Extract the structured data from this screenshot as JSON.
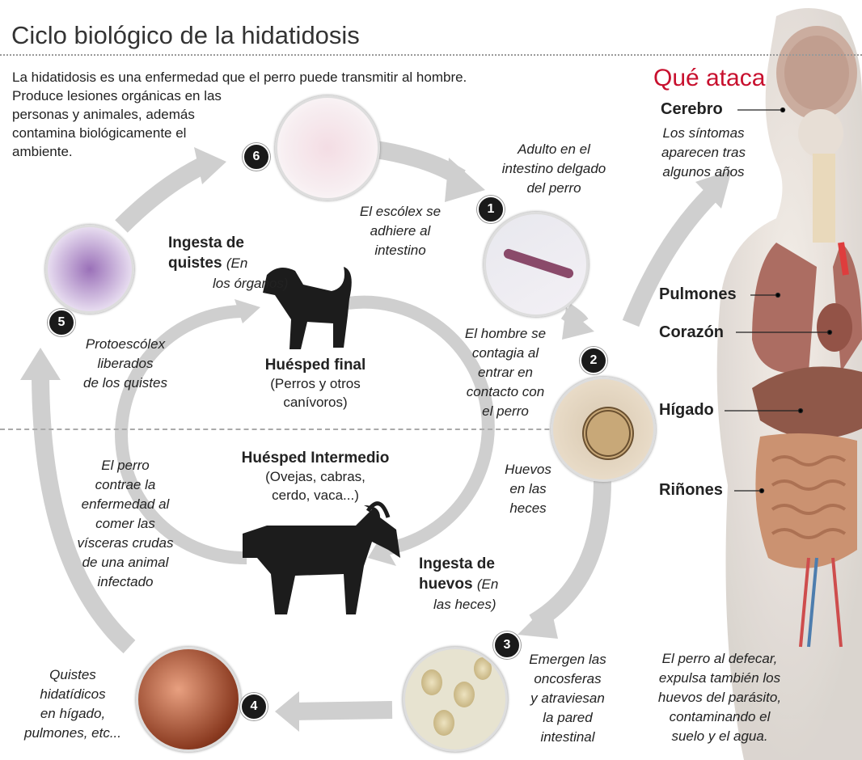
{
  "title": "Ciclo biológico de la hidatidosis",
  "intro": [
    "La hidatidosis es una enfermedad que el perro puede transmitir al hombre.",
    "Produce lesiones orgánicas en las",
    "personas y animales, además",
    "contamina biológicamente el",
    "ambiente."
  ],
  "steps": [
    {
      "number": "1",
      "caption": [
        "Adulto en el",
        "intestino delgado",
        "del perro"
      ]
    },
    {
      "number": "2",
      "caption": [
        "El hombre se",
        "contagia al",
        "entrar en",
        "contacto con",
        "el perro"
      ]
    },
    {
      "number": "3",
      "caption": [
        "Emergen las",
        "oncosferas",
        "y atraviesan",
        "la pared",
        "intestinal"
      ]
    },
    {
      "number": "4",
      "caption": [
        "Quistes",
        "hidatídicos",
        "en hígado,",
        "pulmones, etc..."
      ]
    },
    {
      "number": "5",
      "caption": [
        "Protoescólex",
        "liberados",
        "de los quistes"
      ]
    },
    {
      "number": "6",
      "caption": [
        "El escólex se",
        "adhiere al",
        "intestino"
      ]
    }
  ],
  "huevos_heces": [
    "Huevos",
    "en las",
    "heces"
  ],
  "ingesta_quistes": {
    "bold": [
      "Ingesta de",
      "quistes"
    ],
    "italic": [
      "(En",
      "los órganos)"
    ]
  },
  "ingesta_huevos": {
    "bold": [
      "Ingesta de",
      "huevos"
    ],
    "italic": [
      "(En",
      "las heces)"
    ]
  },
  "huesped_final": {
    "title": "Huésped final",
    "desc": [
      "(Perros y otros",
      "canívoros)"
    ]
  },
  "huesped_intermedio": {
    "title": "Huésped Intermedio",
    "desc": [
      "(Ovejas, cabras,",
      "cerdo, vaca...)"
    ]
  },
  "perro_contrae": [
    "El perro",
    "contrae la",
    "enfermedad al",
    "comer las",
    "vísceras crudas",
    "de una animal",
    "infectado"
  ],
  "que_ataca": {
    "title": "Qué ataca",
    "cerebro": "Cerebro",
    "cerebro_note": [
      "Los síntomas",
      "aparecen tras",
      "algunos años"
    ],
    "pulmones": "Pulmones",
    "corazon": "Corazón",
    "higado": "Hígado",
    "rinones": "Riñones"
  },
  "defecar": [
    "El perro al defecar,",
    "expulsa también los",
    "huevos del parásito,",
    "contaminando el",
    "suelo y el agua."
  ],
  "colors": {
    "accent": "#c8102e",
    "arrow": "#cfcfcf",
    "badge": "#1a1a1a"
  }
}
